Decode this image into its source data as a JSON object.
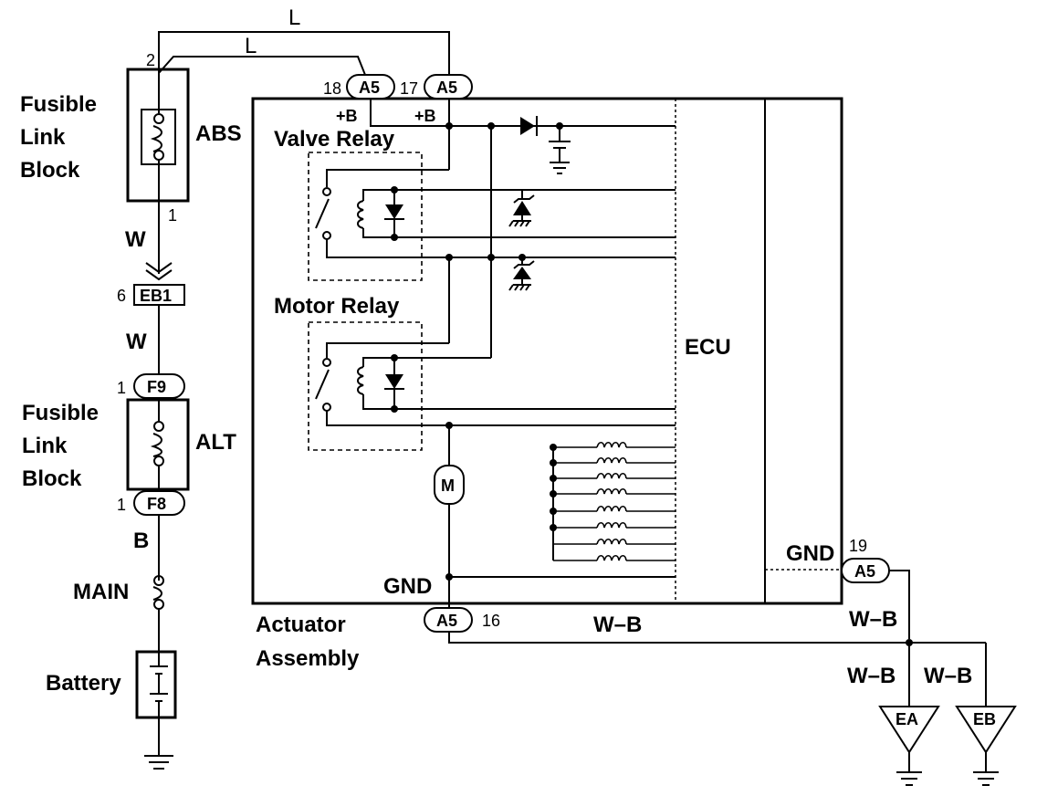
{
  "wire_colors": {
    "top_outer": "L",
    "top_inner": "L",
    "abs_to_eb1": "W",
    "eb1_to_f9": "W",
    "f8_to_main": "B",
    "ground_main": "W–B",
    "ground_left": "W–B",
    "ground_right": "W–B",
    "ecu_gnd": "W–B"
  },
  "fusible_link_abs": {
    "label_line1": "Fusible",
    "label_line2": "Link",
    "label_line3": "Block",
    "fuse_name": "ABS",
    "pin_top": "2",
    "pin_bottom": "1"
  },
  "fusible_link_alt": {
    "label_line1": "Fusible",
    "label_line2": "Link",
    "label_line3": "Block",
    "fuse_name": "ALT"
  },
  "connectors": {
    "eb1": {
      "name": "EB1",
      "pin": "6"
    },
    "f9": {
      "name": "F9",
      "pin": "1"
    },
    "f8": {
      "name": "F8",
      "pin": "1"
    },
    "a5_18": {
      "name": "A5",
      "pin": "18"
    },
    "a5_17": {
      "name": "A5",
      "pin": "17"
    },
    "a5_19": {
      "name": "A5",
      "pin": "19"
    },
    "a5_16": {
      "name": "A5",
      "pin": "16"
    }
  },
  "main_fuse": "MAIN",
  "battery": "Battery",
  "actuator": {
    "label_line1": "Actuator",
    "label_line2": "Assembly",
    "plus_b_1": "+B",
    "plus_b_2": "+B",
    "gnd": "GND"
  },
  "valve_relay": "Valve Relay",
  "motor_relay": "Motor Relay",
  "motor": "M",
  "ecu": {
    "label": "ECU",
    "gnd": "GND"
  },
  "grounds": {
    "ea": "EA",
    "eb": "EB"
  }
}
